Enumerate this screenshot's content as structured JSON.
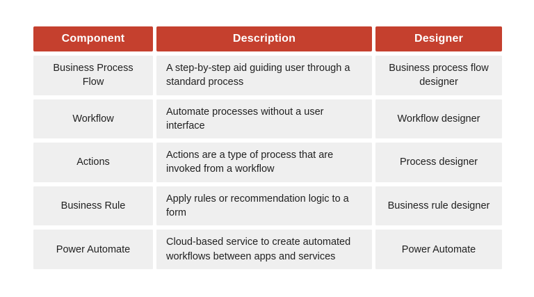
{
  "colors": {
    "header_bg": "#c5402e",
    "header_text": "#ffffff",
    "row_bg": "#efefef",
    "body_text": "#212121",
    "page_bg": "#ffffff"
  },
  "table": {
    "headers": [
      "Component",
      "Description",
      "Designer"
    ],
    "rows": [
      {
        "component": "Business Process Flow",
        "description": "A step-by-step aid guiding user through a standard process",
        "designer": "Business process flow designer"
      },
      {
        "component": "Workflow",
        "description": "Automate processes without a user interface",
        "designer": "Workflow designer"
      },
      {
        "component": "Actions",
        "description": "Actions are a type of process that are invoked from a workflow",
        "designer": "Process designer"
      },
      {
        "component": "Business Rule",
        "description": "Apply rules or recommendation logic to a form",
        "designer": "Business rule designer"
      },
      {
        "component": "Power Automate",
        "description": "Cloud-based service to create automated workflows between apps and services",
        "designer": "Power Automate"
      }
    ]
  }
}
